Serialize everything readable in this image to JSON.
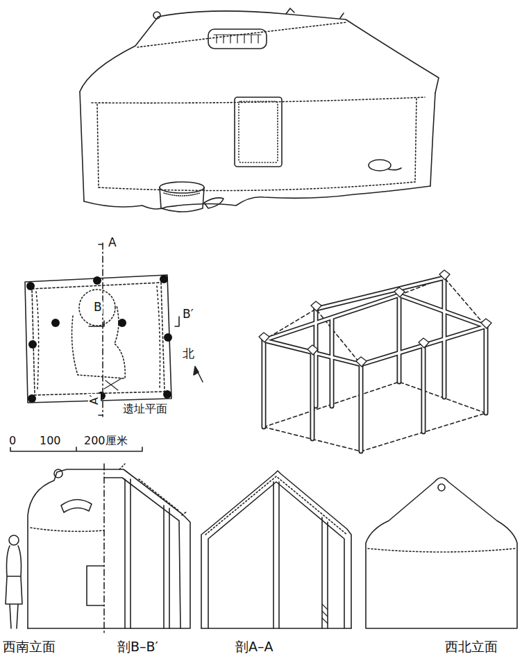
{
  "diagram": {
    "labels": [
      "A",
      "B",
      "B′",
      "北",
      "遗址平面",
      "A′",
      "0",
      "100",
      "200厘米",
      "西南立面",
      "剖B–B′",
      "剖A–A",
      "西北立面"
    ]
  }
}
